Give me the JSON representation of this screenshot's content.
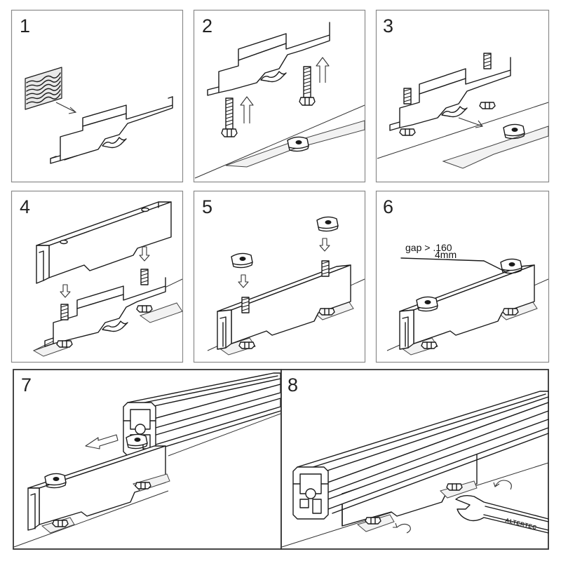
{
  "steps": [
    {
      "number": "1"
    },
    {
      "number": "2"
    },
    {
      "number": "3"
    },
    {
      "number": "4"
    },
    {
      "number": "5"
    },
    {
      "number": "6",
      "gap_label_line1": "gap > .160",
      "gap_label_line2": "4mm"
    },
    {
      "number": "7"
    },
    {
      "number": "8",
      "wrench_brand": "ALTERTEC"
    }
  ]
}
